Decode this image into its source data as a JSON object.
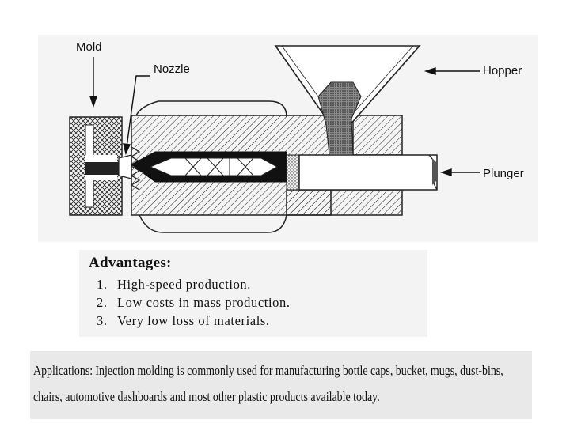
{
  "diagram": {
    "labels": {
      "mold": "Mold",
      "nozzle": "Nozzle",
      "hopper": "Hopper",
      "plunger": "Plunger"
    }
  },
  "advantages": {
    "title": "Advantages:",
    "items": [
      {
        "num": "1.",
        "text": "High-speed production."
      },
      {
        "num": "2.",
        "text": "Low costs in mass production."
      },
      {
        "num": "3.",
        "text": "Very low loss of materials."
      }
    ]
  },
  "applications": {
    "heading": "Applications:",
    "text": "Injection molding is commonly used for manufacturing bottle caps, bucket, mugs, dust-bins, chairs, automotive dashboards and most other plastic products available today."
  }
}
